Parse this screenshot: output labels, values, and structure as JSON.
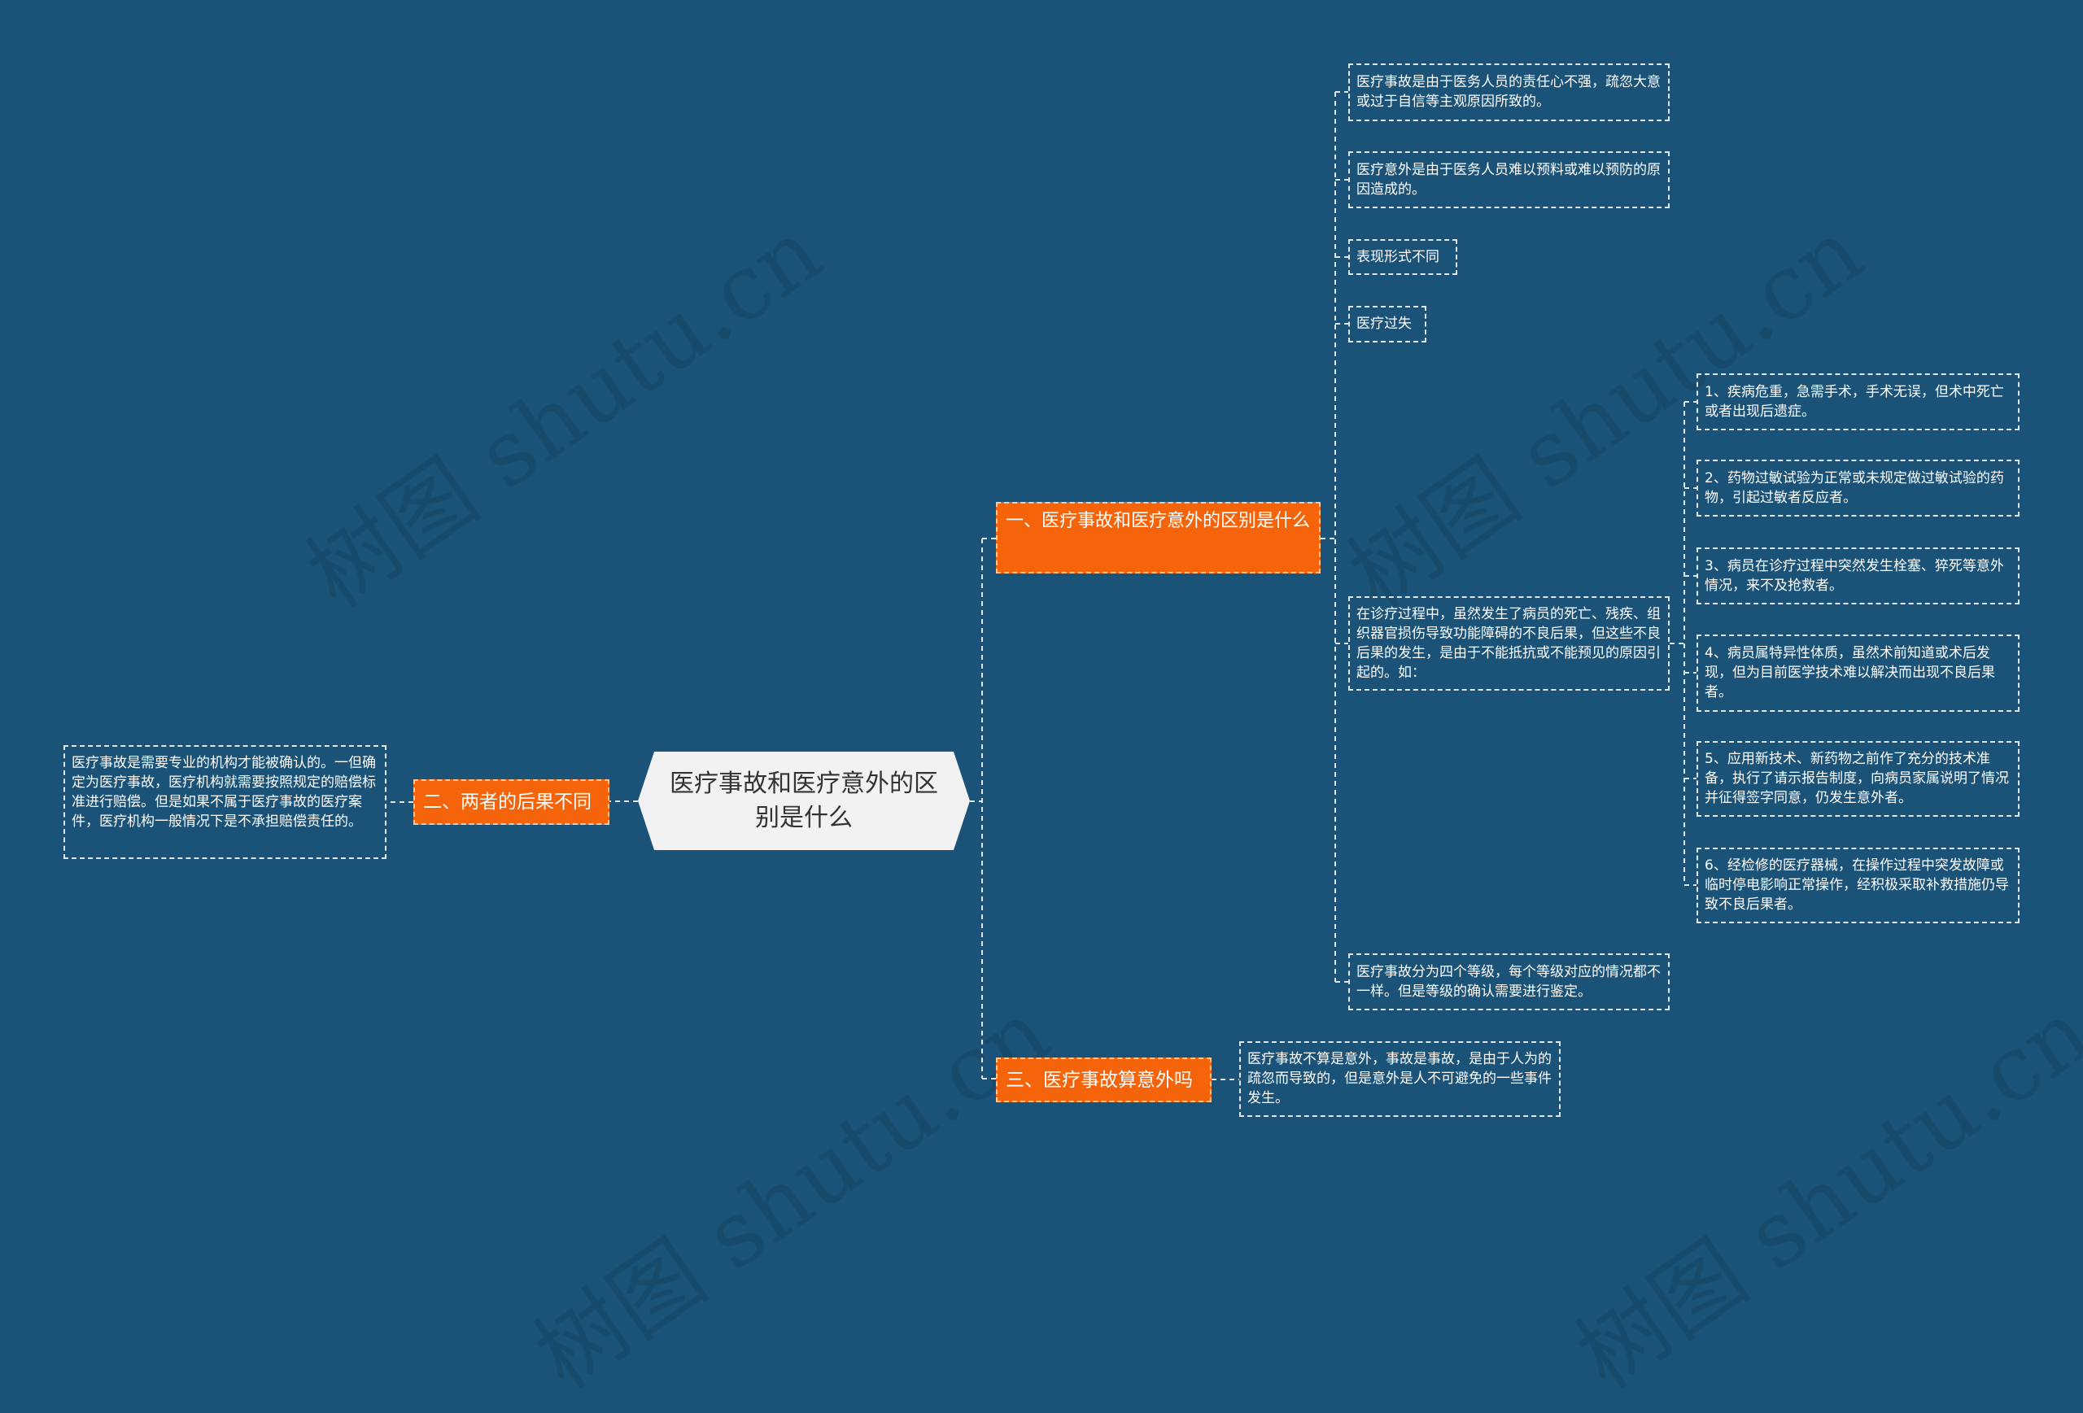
{
  "watermark": "树图 shutu.cn",
  "colors": {
    "background": "#1a5278",
    "branch": "#f5640b",
    "root": "#f2f2f2"
  },
  "root": {
    "label": "医疗事故和医疗意外的区别是什么"
  },
  "branches": [
    {
      "label": "一、医疗事故和医疗意外的区别是什么",
      "children": [
        {
          "text": "医疗事故是由于医务人员的责任心不强，疏忽大意或过于自信等主观原因所致的。"
        },
        {
          "text": "医疗意外是由于医务人员难以预料或难以预防的原因造成的。"
        },
        {
          "text": "表现形式不同"
        },
        {
          "text": "医疗过失"
        },
        {
          "text": "在诊疗过程中，虽然发生了病员的死亡、残疾、组织器官损伤导致功能障碍的不良后果，但这些不良后果的发生，是由于不能抵抗或不能预见的原因引起的。如：",
          "children": [
            {
              "text": "1、疾病危重，急需手术，手术无误，但术中死亡或者出现后遗症。"
            },
            {
              "text": "2、药物过敏试验为正常或未规定做过敏试验的药物，引起过敏者反应者。"
            },
            {
              "text": "3、病员在诊疗过程中突然发生栓塞、猝死等意外情况，来不及抢救者。"
            },
            {
              "text": "4、病员属特异性体质，虽然术前知道或术后发现，但为目前医学技术难以解决而出现不良后果者。"
            },
            {
              "text": "5、应用新技术、新药物之前作了充分的技术准备，执行了请示报告制度，向病员家属说明了情况并征得签字同意，仍发生意外者。"
            },
            {
              "text": "6、经检修的医疗器械，在操作过程中突发故障或临时停电影响正常操作，经积极采取补救措施仍导致不良后果者。"
            }
          ]
        },
        {
          "text": "医疗事故分为四个等级，每个等级对应的情况都不一样。但是等级的确认需要进行鉴定。"
        }
      ]
    },
    {
      "label": "二、两者的后果不同",
      "children": [
        {
          "text": "医疗事故是需要专业的机构才能被确认的。一但确定为医疗事故，医疗机构就需要按照规定的赔偿标准进行赔偿。但是如果不属于医疗事故的医疗案件，医疗机构一般情况下是不承担赔偿责任的。"
        }
      ]
    },
    {
      "label": "三、医疗事故算意外吗",
      "children": [
        {
          "text": "医疗事故不算是意外，事故是事故，是由于人为的疏忽而导致的，但是意外是人不可避免的一些事件发生。"
        }
      ]
    }
  ]
}
